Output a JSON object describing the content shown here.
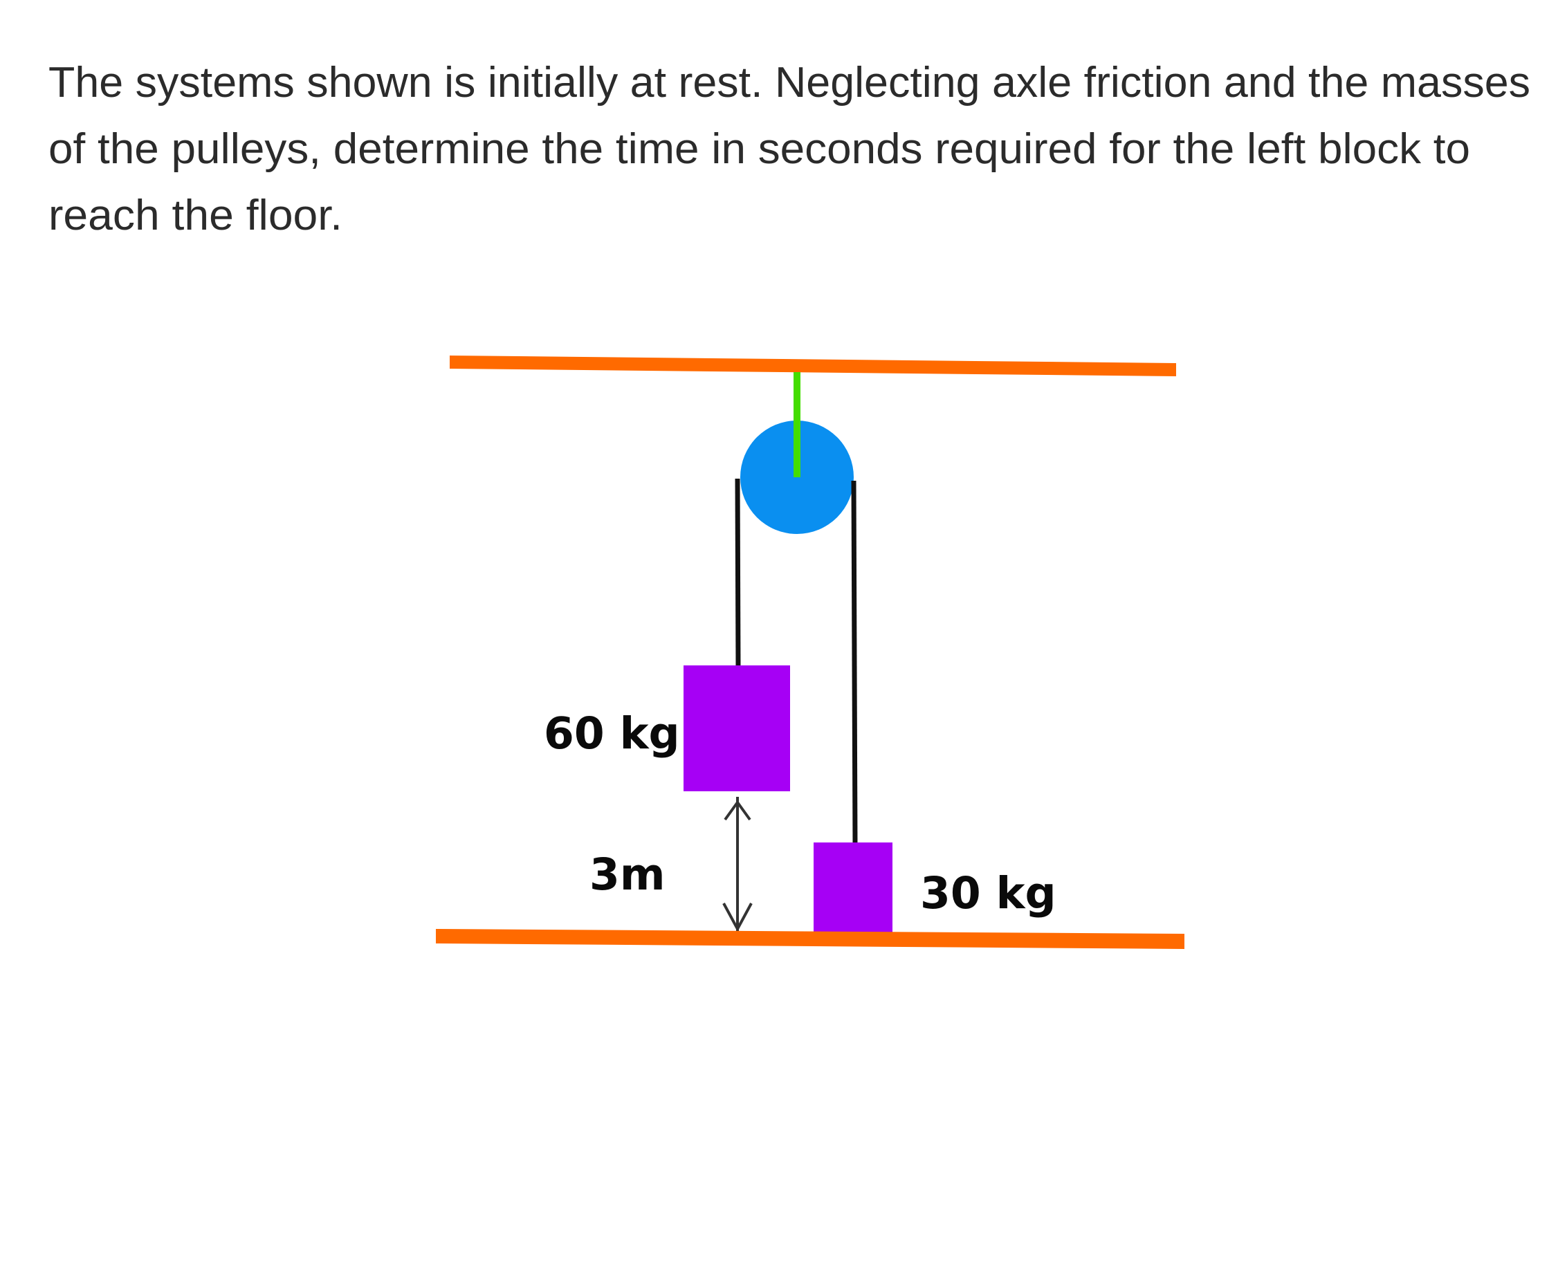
{
  "problem": {
    "lines": [
      "The systems shown is initially at rest. Neglecting axle friction and the masses",
      "of the pulleys, determine the time in seconds required for the left block to",
      "reach the floor."
    ]
  },
  "diagram": {
    "left_block_label": "60 kg",
    "right_block_label": "30 kg",
    "distance_label": "3m",
    "colors": {
      "ceiling": "#ff6a00",
      "floor": "#ff6a00",
      "support_rod": "#44dd00",
      "pulley": "#0a8ff0",
      "blocks": "#a600f5",
      "rope": "#111111",
      "dimension_arrow": "#333333"
    }
  }
}
